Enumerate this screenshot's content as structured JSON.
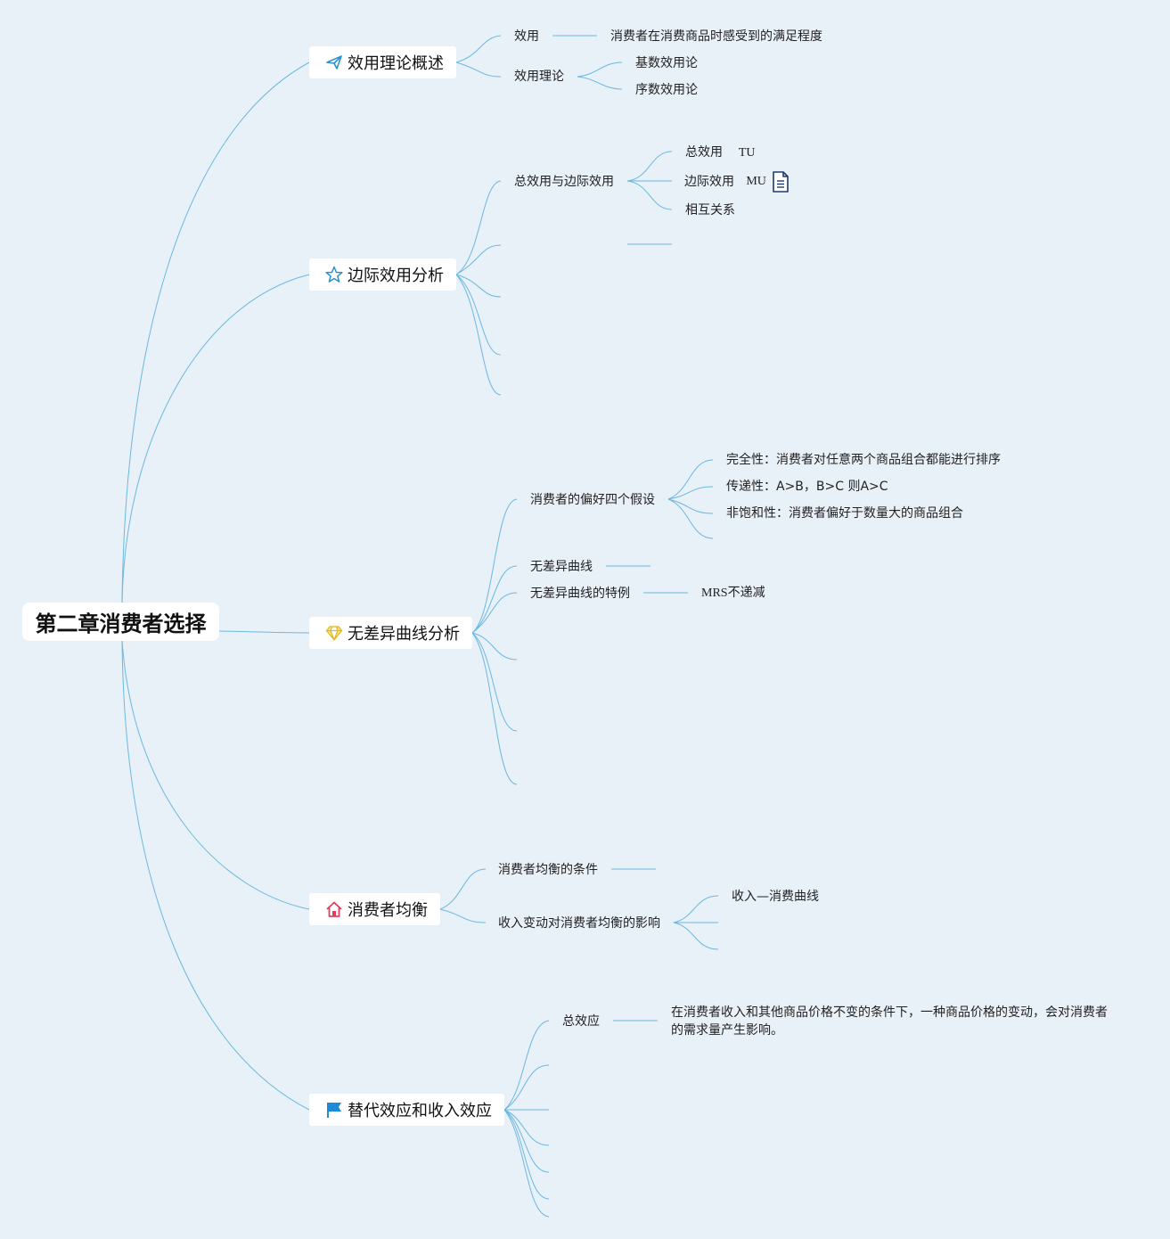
{
  "root": {
    "label": "第二章消费者选择"
  },
  "branches": {
    "b1": {
      "label": "效用理论概述",
      "icon": "paper-plane-icon",
      "children": {
        "c1": {
          "label": "效用",
          "detail": "消费者在消费商品时感受到的满足程度"
        },
        "c2": {
          "label": "效用理论",
          "items": [
            "基数效用论",
            "序数效用论"
          ]
        }
      }
    },
    "b2": {
      "label": "边际效用分析",
      "icon": "star-icon",
      "children": {
        "c1": {
          "label": "总效用与边际效用",
          "items": [
            {
              "label": "总效用",
              "abbr": "TU"
            },
            {
              "label": "边际效用",
              "abbr": "MU"
            },
            {
              "label": "相互关系"
            }
          ]
        }
      }
    },
    "b3": {
      "label": "无差异曲线分析",
      "icon": "diamond-icon",
      "children": {
        "c1": {
          "label": "消费者的偏好四个假设",
          "items": [
            "完全性：消费者对任意两个商品组合都能进行排序",
            "传递性：A>B，B>C 则A>C",
            "非饱和性：消费者偏好于数量大的商品组合"
          ]
        },
        "c2": {
          "label": "无差异曲线"
        },
        "c3": {
          "label": "无差异曲线的特例",
          "detail": "MRS不递减"
        }
      }
    },
    "b4": {
      "label": "消费者均衡",
      "icon": "house-icon",
      "children": {
        "c1": {
          "label": "消费者均衡的条件"
        },
        "c2": {
          "label": "收入变动对消费者均衡的影响",
          "items": [
            "收入—消费曲线"
          ]
        }
      }
    },
    "b5": {
      "label": "替代效应和收入效应",
      "icon": "flag-icon",
      "children": {
        "c1": {
          "label": "总效应",
          "detail": "在消费者收入和其他商品价格不变的条件下，一种商品价格的变动，会对消费者的需求量产生影响。"
        }
      }
    }
  },
  "colors": {
    "background": "#e8f0f8",
    "link": "#6cb8e0",
    "plane": "#2b8fd0",
    "star": "#2b8fd0",
    "diamond": "#f2d43a",
    "house": "#e04060",
    "flag": "#1e8ad8",
    "attachment": "#1e3a6e"
  }
}
